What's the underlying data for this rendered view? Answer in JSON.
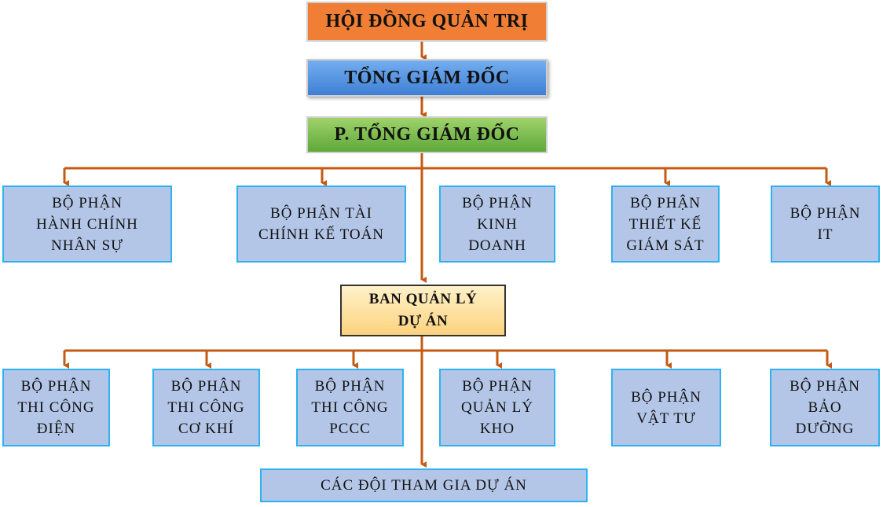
{
  "board": "HỘI ĐỒNG QUẢN TRỊ",
  "ceo": "TỔNG GIÁM ĐỐC",
  "deputy_ceo": "P. TỔNG GIÁM ĐỐC",
  "departments": [
    [
      "BỘ PHẬN",
      "HÀNH CHÍNH",
      "NHÂN SỰ"
    ],
    [
      "BỘ PHẬN TÀI",
      "CHÍNH KẾ TOÁN"
    ],
    [
      "BỘ PHẬN",
      "KINH",
      "DOANH"
    ],
    [
      "BỘ PHẬN",
      "THIẾT KẾ",
      "GIÁM SÁT"
    ],
    [
      "BỘ PHẬN",
      "IT"
    ]
  ],
  "project_management": [
    "BAN QUẢN LÝ",
    "DỰ ÁN"
  ],
  "project_departments": [
    [
      "BỘ PHẬN",
      "THI CÔNG",
      "ĐIỆN"
    ],
    [
      "BỘ PHẬN",
      "THI CÔNG",
      "CƠ KHÍ"
    ],
    [
      "BỘ PHẬN",
      "THI CÔNG",
      "PCCC"
    ],
    [
      "BỘ PHẬN",
      "QUẢN LÝ",
      "KHO"
    ],
    [
      "BỘ PHẬN",
      "VẬT TƯ"
    ],
    [
      "BỘ PHẬN",
      "BẢO",
      "DƯỠNG"
    ]
  ],
  "project_teams": "CÁC ĐỘI THAM GIA DỰ ÁN",
  "colors": {
    "connector": "#c55a11",
    "board": "#f07f35",
    "ceo": "#4a8ad8",
    "deputy": "#6fb444",
    "department_fill": "#b4c6e7",
    "department_border": "#2eb2ef",
    "project_management": "#fcd37e"
  }
}
